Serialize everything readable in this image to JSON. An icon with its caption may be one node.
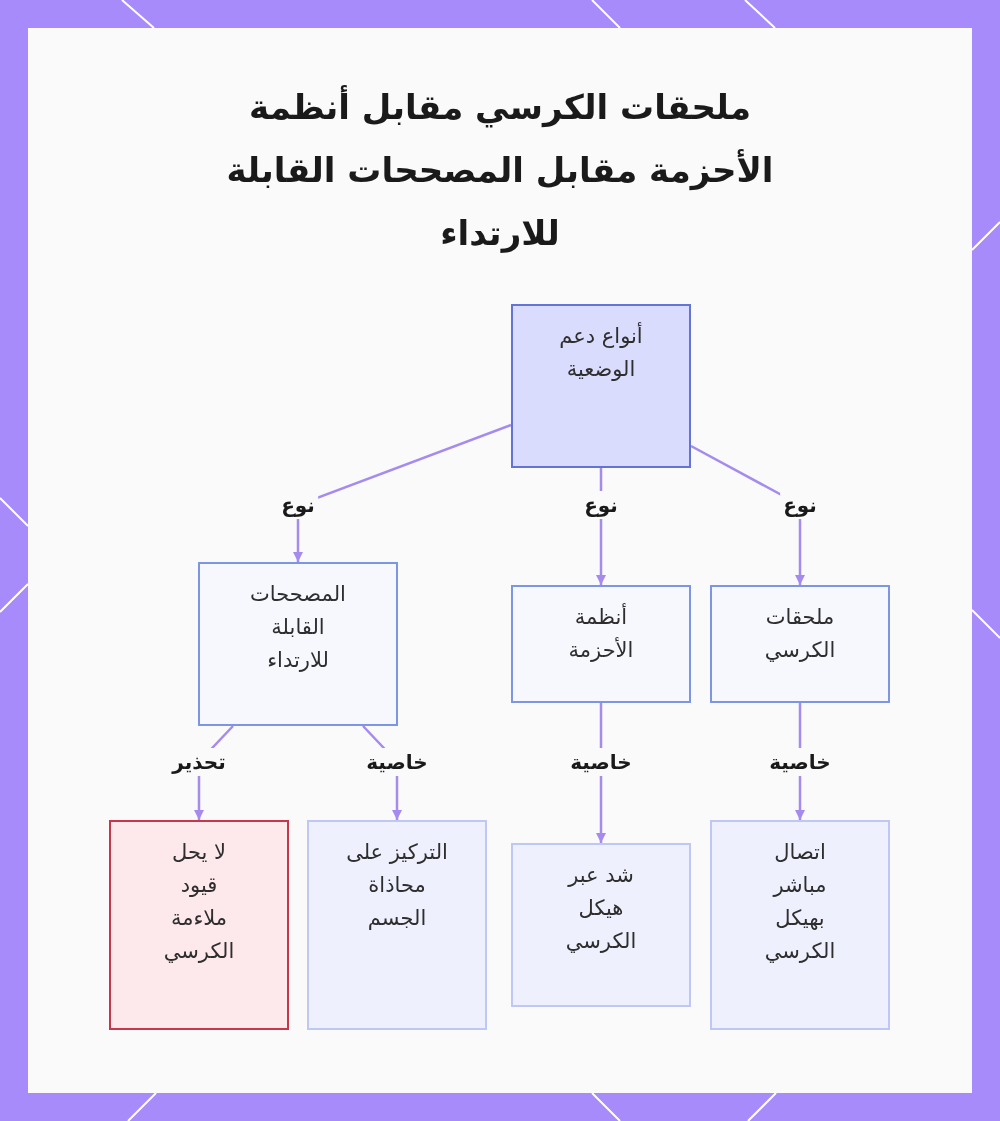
{
  "diagram": {
    "title": "ملحقات الكرسي مقابل أنظمة الأحزمة مقابل المصححات القابلة للارتداء",
    "nodes": [
      {
        "text": [
          "أنواع دعم الوضعية"
        ]
      },
      {
        "text": [
          "ملحقات الكرسي"
        ]
      },
      {
        "text": [
          "أنظمة الأحزمة"
        ]
      },
      {
        "text": [
          "المصححات القابلة للارتداء"
        ]
      },
      {
        "text": [
          "اتصال مباشر بهيكل الكرسي"
        ]
      },
      {
        "text": [
          "شد عبر هيكل الكرسي"
        ]
      },
      {
        "text": [
          "التركيز على محاذاة الجسم"
        ]
      },
      {
        "text": [
          "لا يحل قيود ملاءمة الكرسي"
        ]
      }
    ],
    "edges": [
      {
        "from": 0,
        "to": 1,
        "arrow": "to",
        "label": "نوع"
      },
      {
        "from": 0,
        "to": 2,
        "arrow": "to",
        "label": "نوع"
      },
      {
        "from": 0,
        "to": 3,
        "arrow": "to",
        "label": "نوع"
      },
      {
        "from": 1,
        "to": 4,
        "arrow": "to",
        "label": "خاصية"
      },
      {
        "from": 2,
        "to": 5,
        "arrow": "to",
        "label": "خاصية"
      },
      {
        "from": 3,
        "to": 6,
        "arrow": "to",
        "label": "خاصية"
      },
      {
        "from": 3,
        "to": 7,
        "arrow": "to",
        "label": "تحذير"
      }
    ]
  }
}
